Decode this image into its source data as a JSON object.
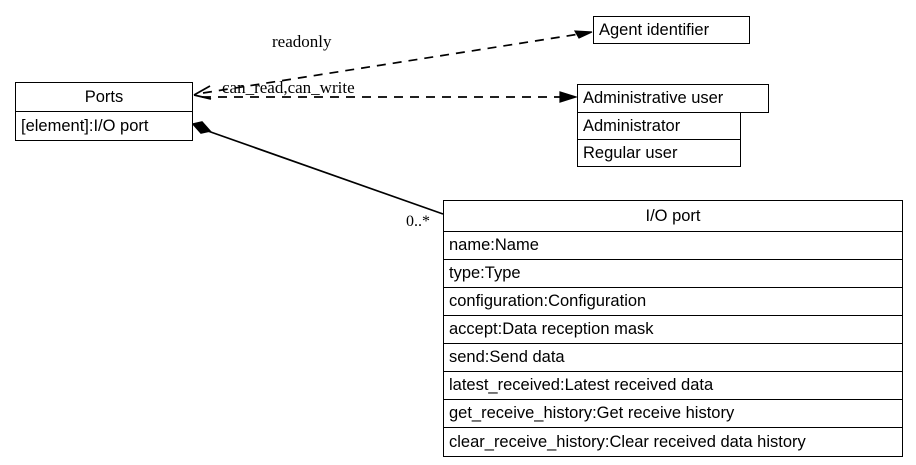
{
  "diagram": {
    "type": "uml-class-diagram",
    "background_color": "#ffffff",
    "line_color": "#000000",
    "text_color": "#000000"
  },
  "classes": {
    "ports": {
      "name": "Ports",
      "attributes": [
        "[element]:I/O port"
      ]
    },
    "agent_identifier": {
      "name": "Agent identifier",
      "attributes": []
    },
    "administrative_user": {
      "name": "Administrative user",
      "attributes": [
        "Administrator",
        "Regular user"
      ]
    },
    "io_port": {
      "name": "I/O port",
      "attributes": [
        "name:Name",
        "type:Type",
        "configuration:Configuration",
        "accept:Data reception mask",
        "send:Send data",
        "latest_received:Latest received data",
        "get_receive_history:Get receive history",
        "clear_receive_history:Clear received data history"
      ]
    }
  },
  "relationships": {
    "readonly": {
      "label": "readonly",
      "style": "dashed",
      "arrow": "open-arrow",
      "from": "agent_identifier",
      "to": "ports"
    },
    "can_read_can_write": {
      "label": "can_read,can_write",
      "style": "dashed",
      "arrow": "open-arrow",
      "from": "administrative_user",
      "to": "ports"
    },
    "composition": {
      "label": "0..*",
      "style": "solid",
      "arrow": "filled-diamond",
      "from": "ports",
      "to": "io_port"
    }
  }
}
